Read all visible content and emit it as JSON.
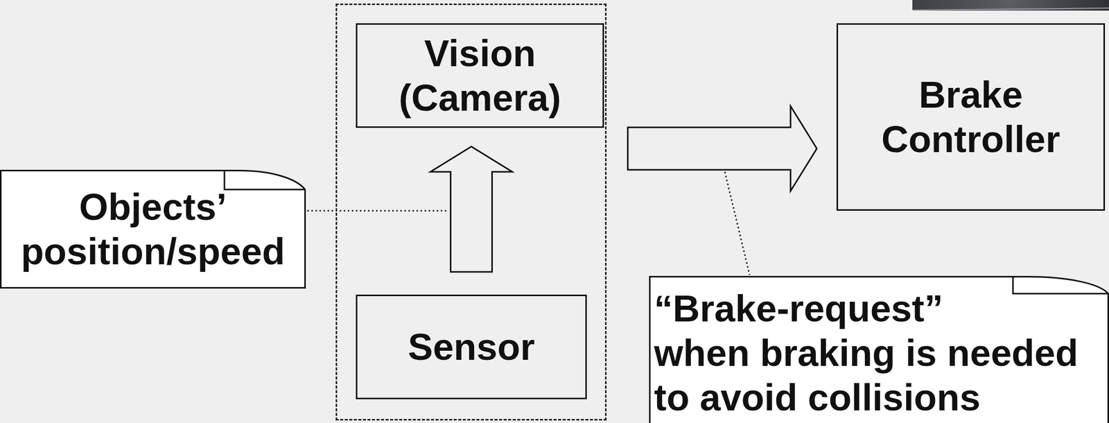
{
  "diagram": {
    "nodes": [
      {
        "text": []
      },
      {
        "text": [
          "Vision (Camera)"
        ],
        "in": 0
      },
      {
        "text": [
          "Sensor"
        ],
        "in": 0
      },
      {
        "text": [
          "Brake Controller"
        ]
      },
      {
        "text": [
          "Objects’ position/speed"
        ]
      },
      {
        "text": [
          "“Brake-request”",
          "when braking is needed to avoid collisions"
        ]
      }
    ],
    "edges": [
      {
        "from": 2,
        "to": 1,
        "arrow": "to"
      },
      {
        "from": 0,
        "to": 3,
        "arrow": "to"
      }
    ]
  }
}
